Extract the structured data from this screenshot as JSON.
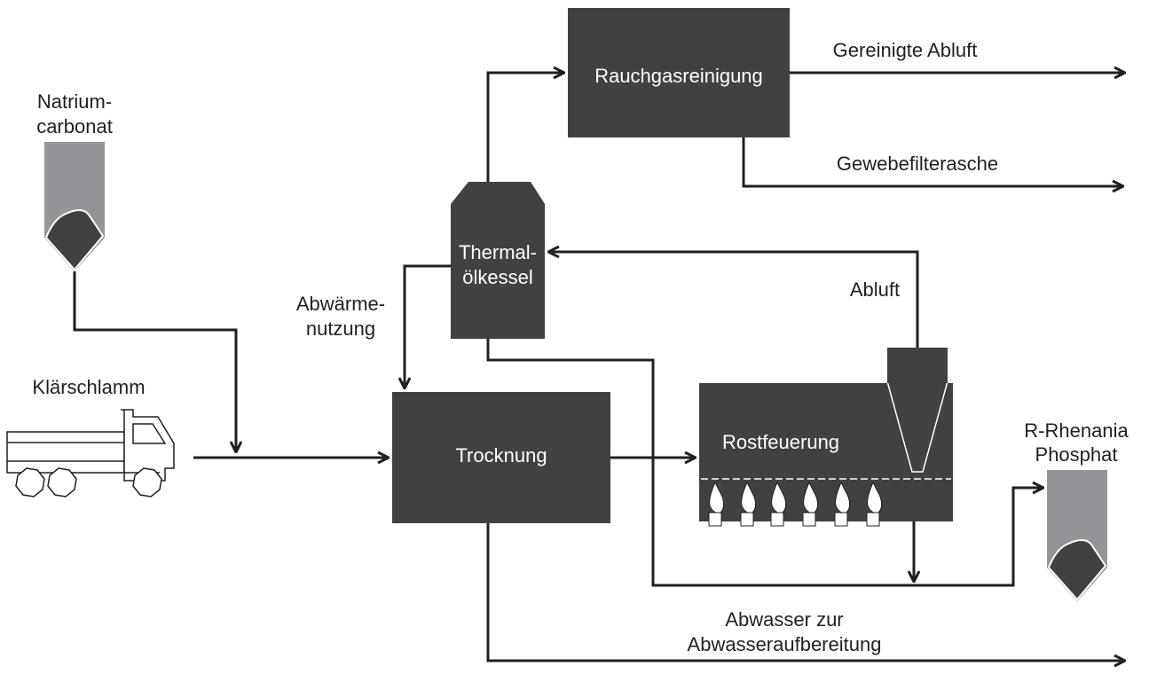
{
  "labels": {
    "natrium_line1": "Natrium-",
    "natrium_line2": "carbonat",
    "klaerschlamm": "Klärschlamm",
    "abwaerme_line1": "Abwärme-",
    "abwaerme_line2": "nutzung",
    "gereinigte_abluft": "Gereinigte Abluft",
    "gewebefilterasche": "Gewebefilterasche",
    "abluft": "Abluft",
    "rhenania_line1": "R-Rhenania",
    "rhenania_line2": "Phosphat",
    "abwasser_line1": "Abwasser zur",
    "abwasser_line2": "Abwasseraufbereitung"
  },
  "boxes": {
    "rauchgas": "Rauchgasreinigung",
    "thermal_line1": "Thermal-",
    "thermal_line2": "ölkessel",
    "trocknung": "Trocknung",
    "rostfeuerung": "Rostfeuerung"
  },
  "colors": {
    "box_fill": "#414042",
    "hopper_fill": "#939598",
    "line": "#231f20"
  }
}
